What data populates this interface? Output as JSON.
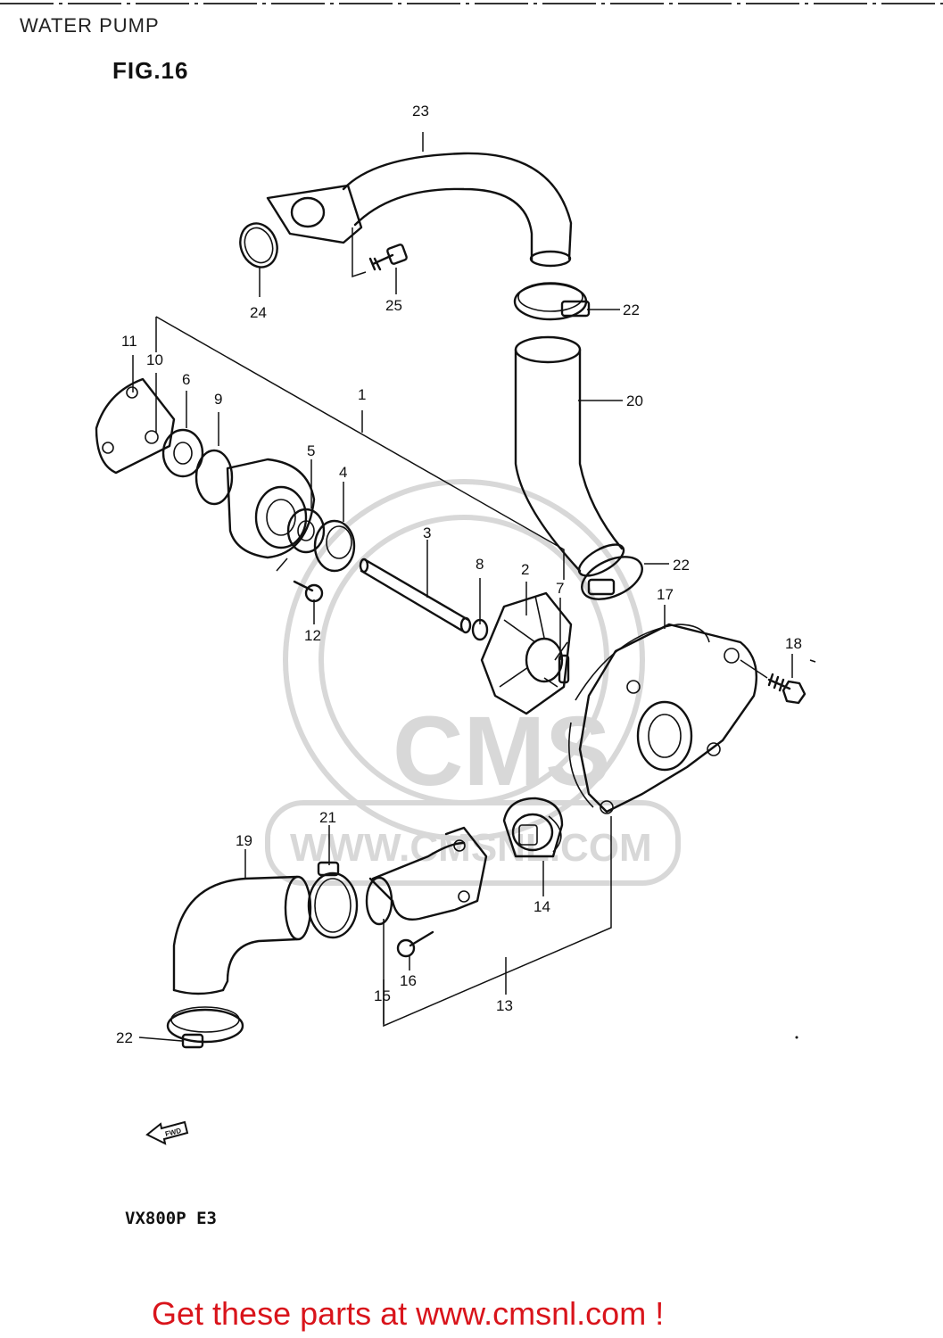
{
  "header": {
    "title": "WATER PUMP",
    "figure": "FIG.16"
  },
  "watermark": {
    "letters": "CMS",
    "url": "WWW.CMSNL.COM"
  },
  "fwd_arrow": "FWD",
  "parts": [
    {
      "label": "1"
    },
    {
      "label": "2"
    },
    {
      "label": "3"
    },
    {
      "label": "4"
    },
    {
      "label": "5"
    },
    {
      "label": "6"
    },
    {
      "label": "7"
    },
    {
      "label": "8"
    },
    {
      "label": "9"
    },
    {
      "label": "10"
    },
    {
      "label": "11"
    },
    {
      "label": "12"
    },
    {
      "label": "13"
    },
    {
      "label": "14"
    },
    {
      "label": "15"
    },
    {
      "label": "16"
    },
    {
      "label": "17"
    },
    {
      "label": "18"
    },
    {
      "label": "19"
    },
    {
      "label": "20"
    },
    {
      "label": "21"
    },
    {
      "label": "22"
    },
    {
      "label": "22"
    },
    {
      "label": "22"
    },
    {
      "label": "23"
    },
    {
      "label": "24"
    },
    {
      "label": "25"
    }
  ],
  "footer": {
    "model": "VX800P  E3",
    "cta": "Get these parts at www.cmsnl.com !",
    "link_color": "#d9141b"
  }
}
